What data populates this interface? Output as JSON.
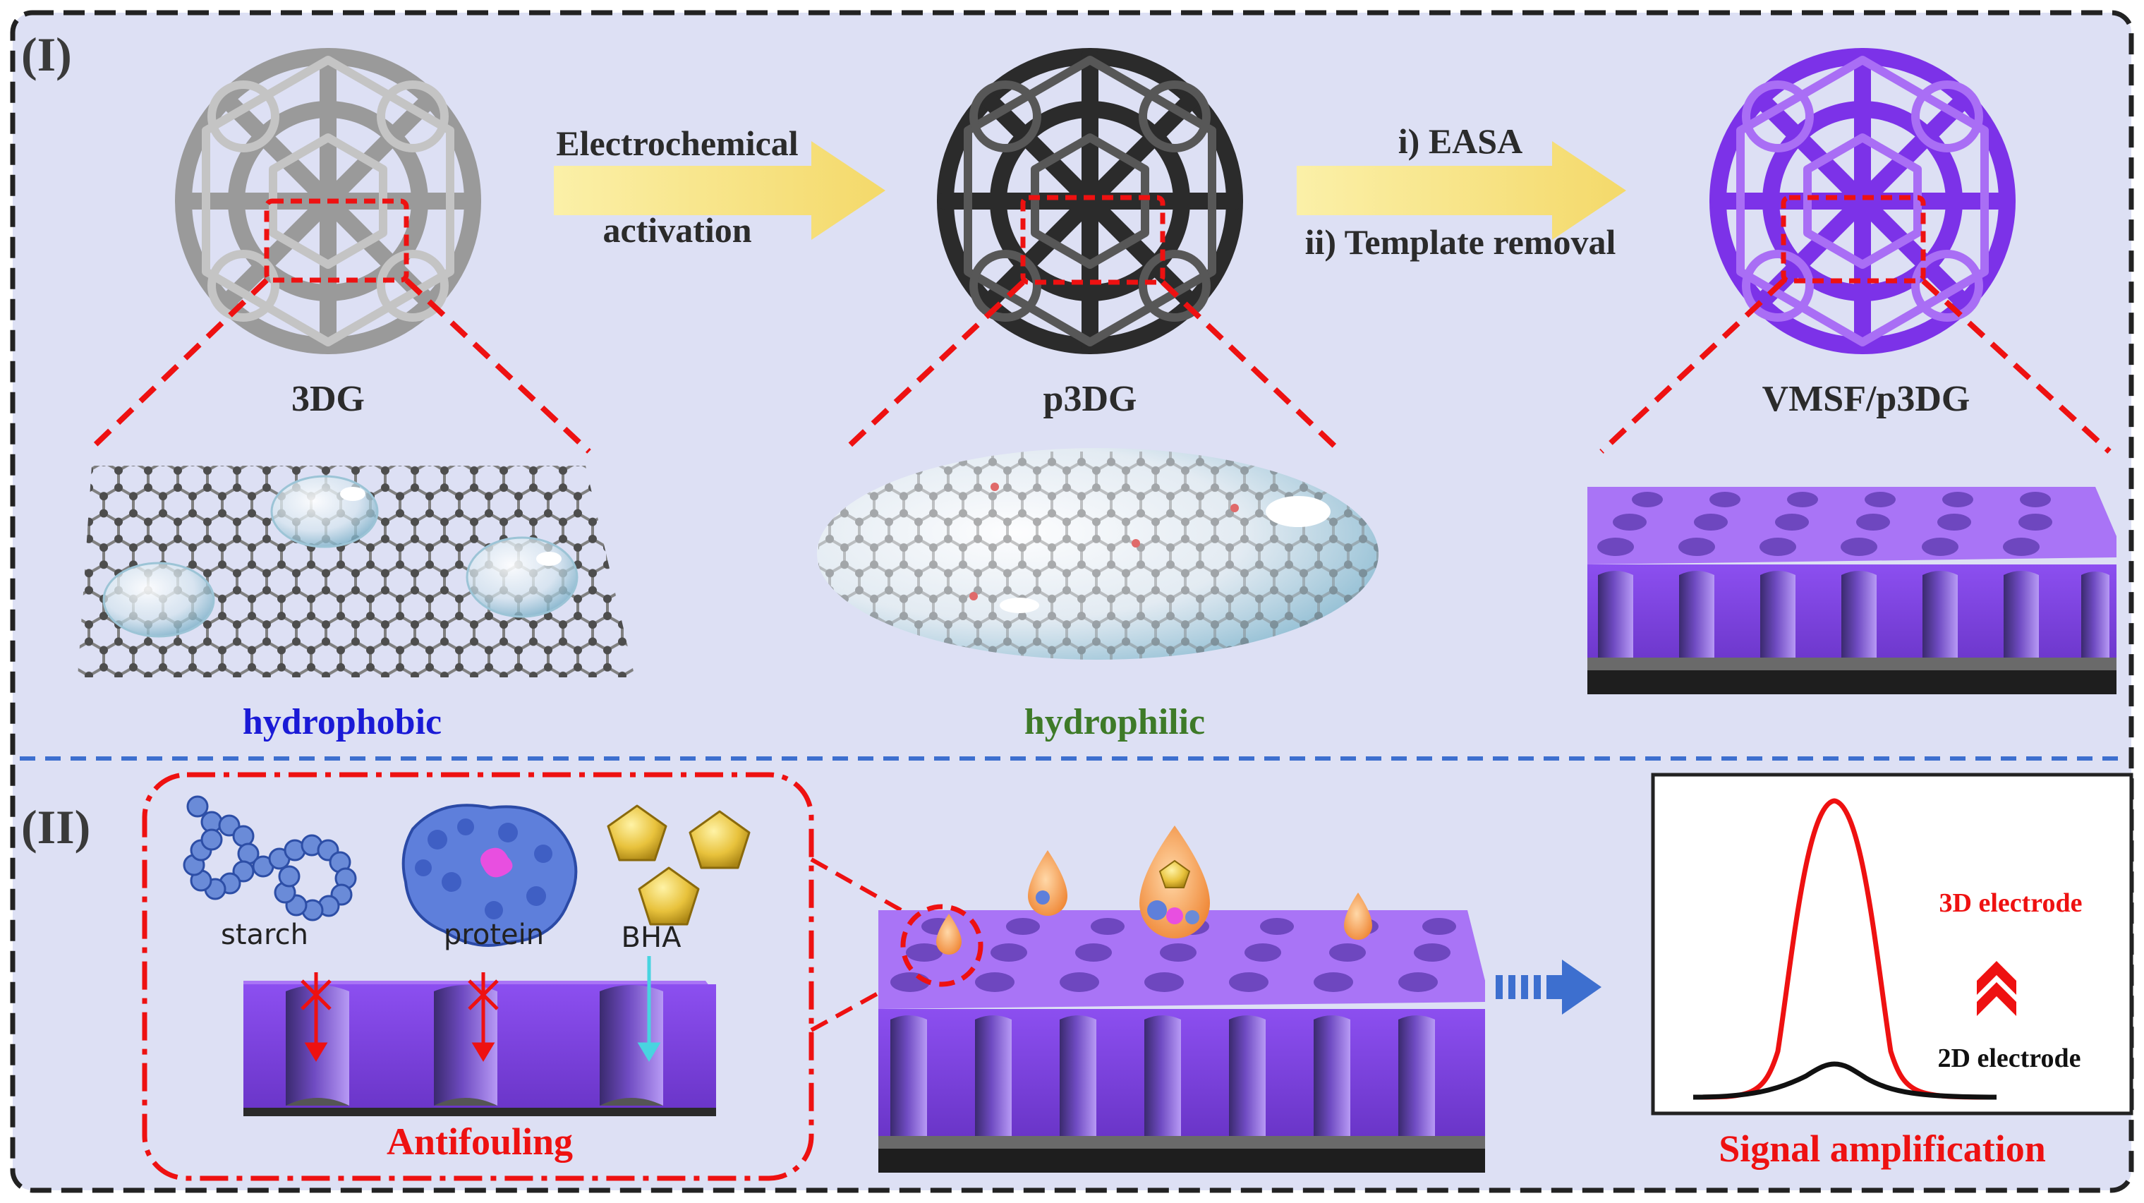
{
  "panel_labels": {
    "top": "(I)",
    "bottom": "(II)"
  },
  "section_one": {
    "step1_line1": "Electrochemical",
    "step1_line2": "activation",
    "step2_line1": "i) EASA",
    "step2_line2": "ii) Template removal",
    "label_3dg": "3DG",
    "label_p3dg": "p3DG",
    "label_vmsf": "VMSF/p3DG",
    "hydrophobic": "hydrophobic",
    "hydrophilic": "hydrophilic"
  },
  "section_two": {
    "starch": "starch",
    "protein": "protein",
    "bha": "BHA",
    "antifouling": "Antifouling",
    "curve_3d": "3D electrode",
    "curve_2d": "2D electrode",
    "signal": "Signal amplification"
  },
  "colors": {
    "background": "#dde0f4",
    "hydrophobic": "#1a1ad6",
    "hydrophilic": "#3e7a28",
    "red_accent": "#ee1111",
    "film_purple": "#9a58f0",
    "arrow_yellow": "#f7e37c",
    "arrow_blue": "#3d6fcf"
  }
}
